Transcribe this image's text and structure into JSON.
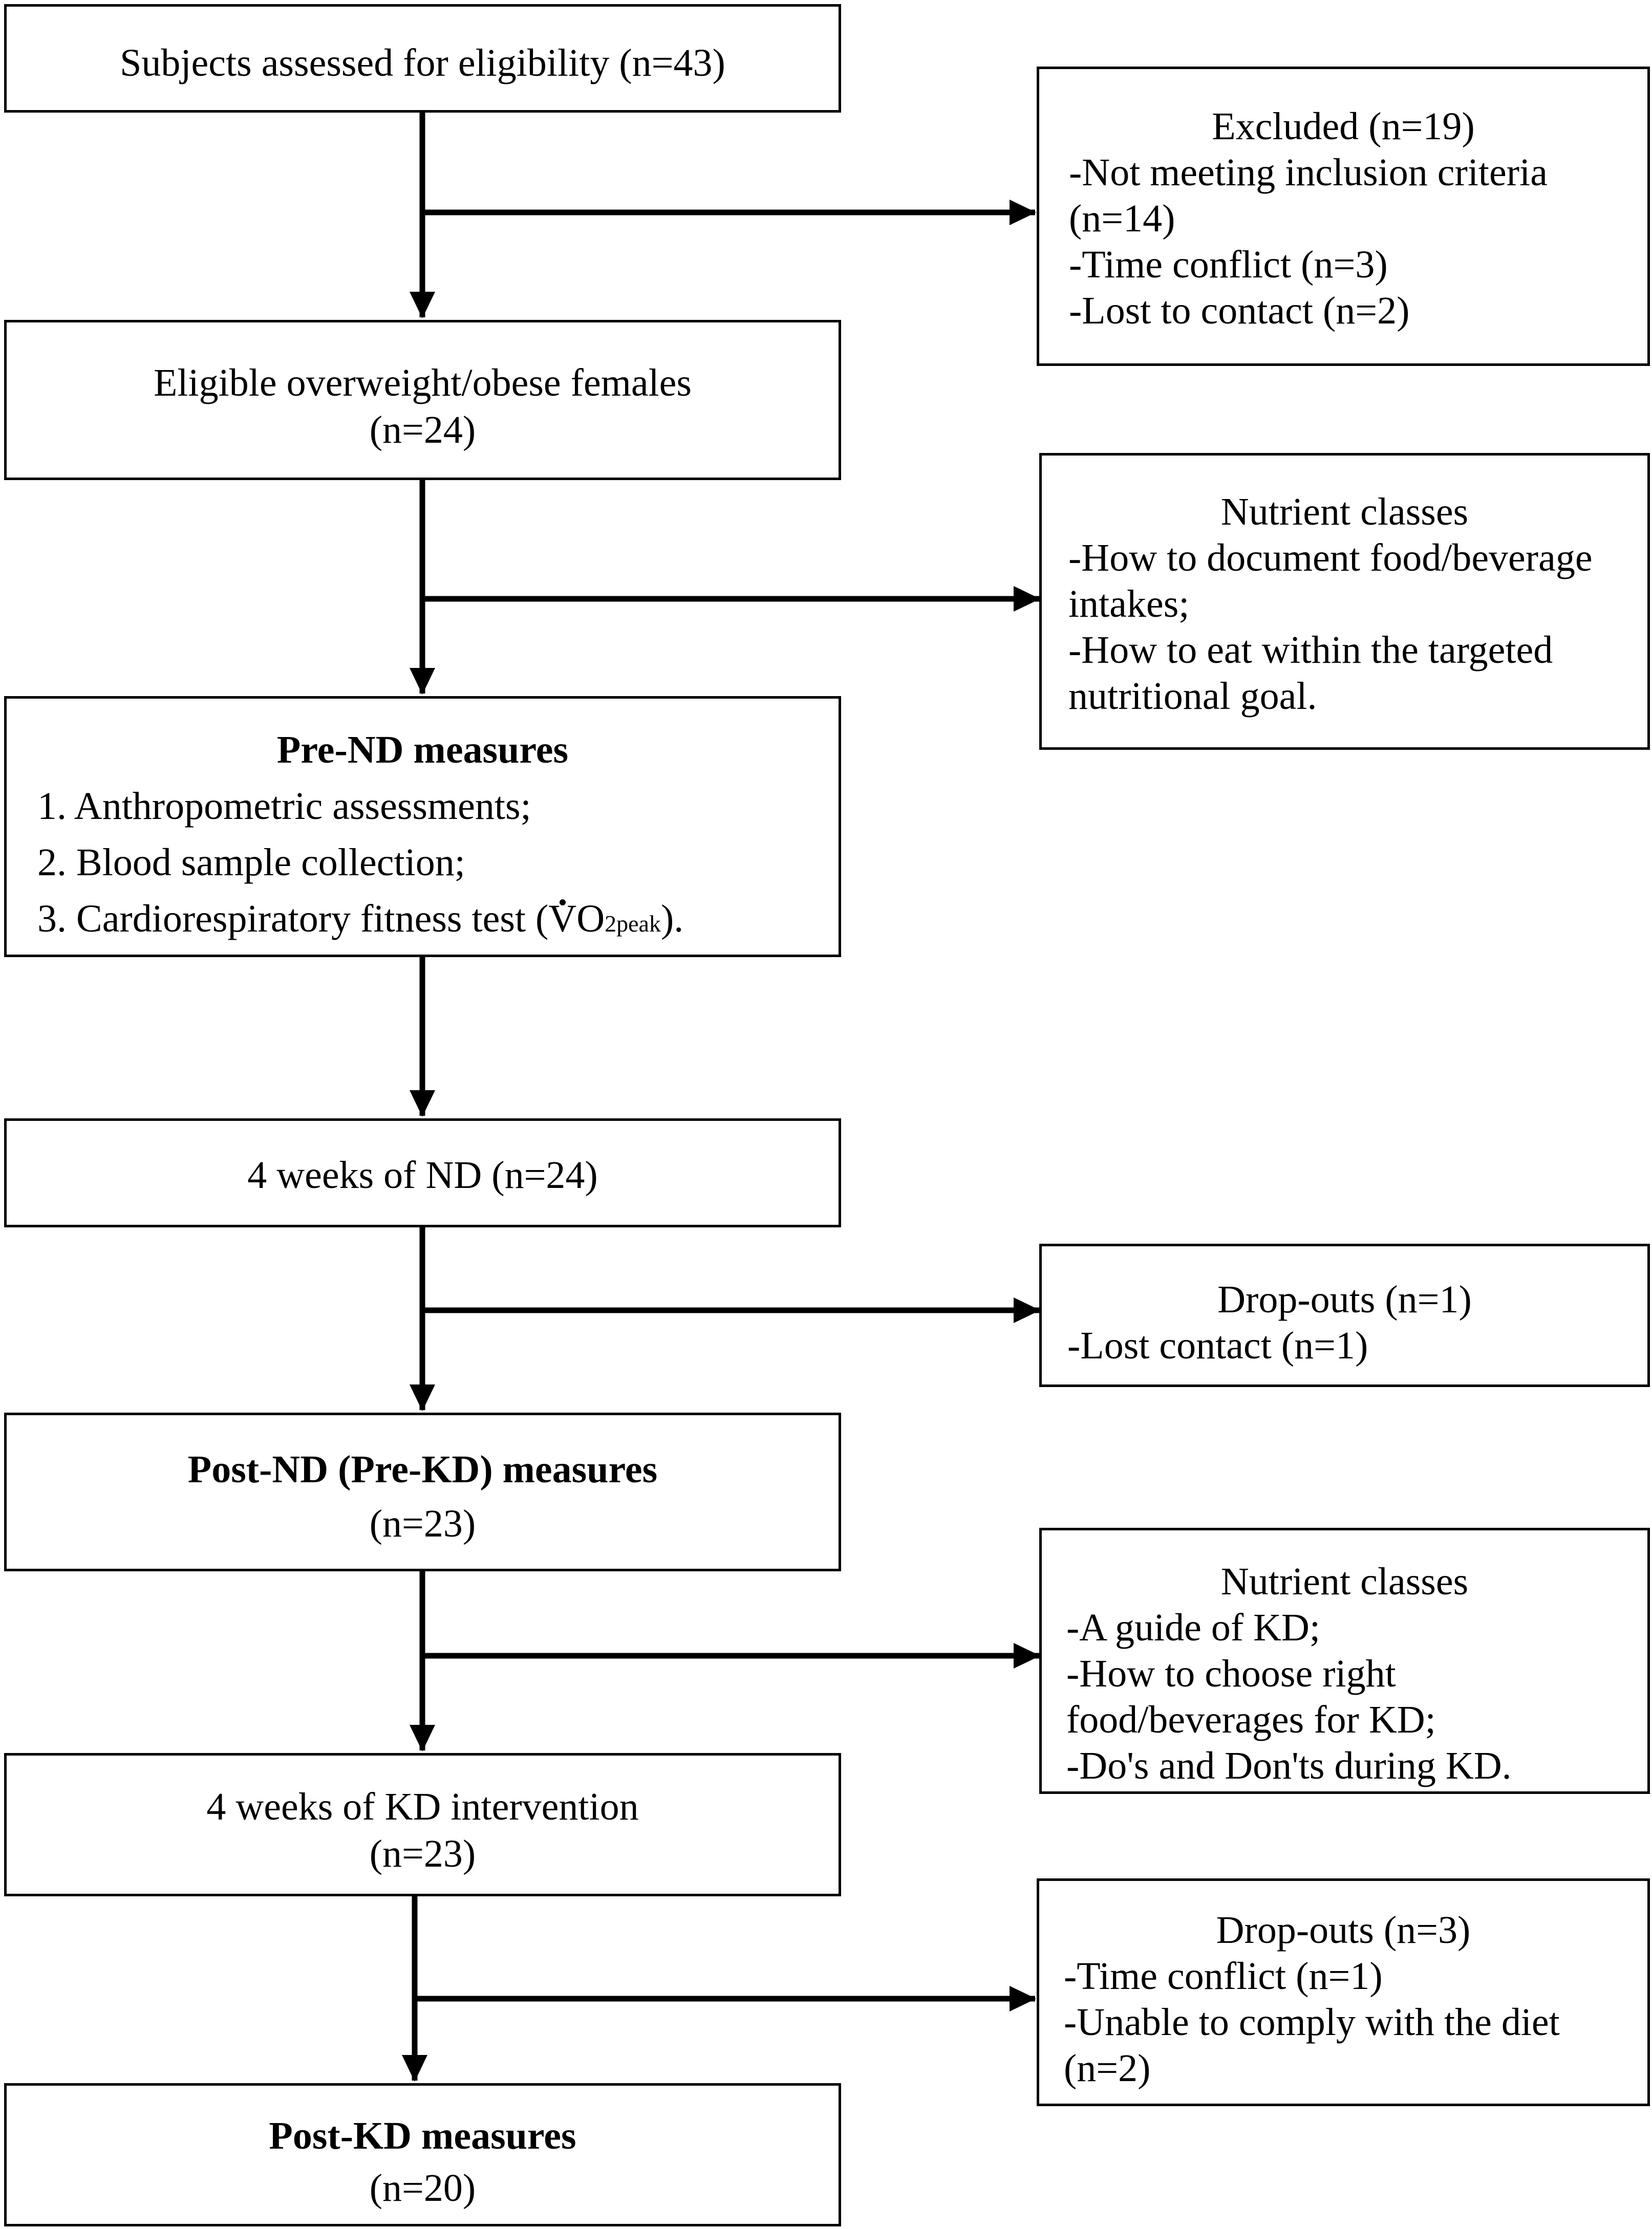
{
  "flowchart": {
    "subjects_assessed": "Subjects assessed for eligibility (n=43)",
    "excluded": {
      "title": "Excluded (n=19)",
      "lines": [
        "-Not meeting inclusion criteria",
        "(n=14)",
        "-Time conflict (n=3)",
        "-Lost to contact (n=2)"
      ]
    },
    "eligible": {
      "line1": "Eligible overweight/obese females",
      "line2": "(n=24)"
    },
    "nutrient_classes_1": {
      "title": "Nutrient classes",
      "lines": [
        "-How to document food/beverage",
        "intakes;",
        "-How to eat within the targeted",
        "nutritional goal."
      ]
    },
    "pre_nd": {
      "title": "Pre-ND measures",
      "item1": "1. Anthropometric assessments;",
      "item2": "2. Blood sample collection;",
      "item3_prefix": "3. Cardiorespiratory fitness test (",
      "item3_v": "V",
      "item3_o": "O",
      "item3_sub": "2peak",
      "item3_suffix": ")."
    },
    "four_weeks_nd": "4 weeks of ND (n=24)",
    "dropouts_1": {
      "title": "Drop-outs (n=1)",
      "lines": [
        "-Lost contact (n=1)"
      ]
    },
    "post_nd": {
      "title": "Post-ND (Pre-KD) measures",
      "n": "(n=23)"
    },
    "nutrient_classes_2": {
      "title": "Nutrient classes",
      "lines": [
        "-A guide of KD;",
        "-How to choose right",
        "food/beverages for KD;",
        "-Do's and Don'ts during KD."
      ]
    },
    "four_weeks_kd": {
      "line1": "4 weeks of KD intervention",
      "line2": "(n=23)"
    },
    "dropouts_2": {
      "title": "Drop-outs (n=3)",
      "lines": [
        "-Time conflict (n=1)",
        "-Unable to comply with the diet",
        "(n=2)"
      ]
    },
    "post_kd": {
      "title": "Post-KD measures",
      "n": "(n=20)"
    }
  }
}
